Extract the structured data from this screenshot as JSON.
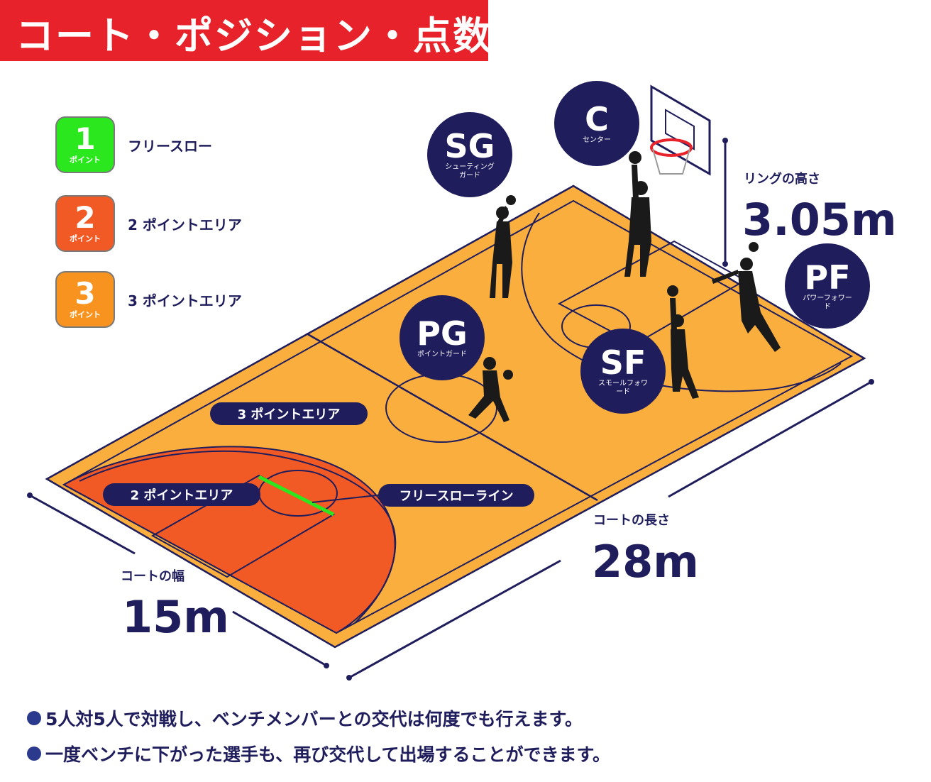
{
  "title": "コート・ポジション・点数",
  "legend": [
    {
      "number": "1",
      "unit": "ポイント",
      "label": "フリースロー",
      "color": "#2be71d"
    },
    {
      "number": "2",
      "unit": "ポイント",
      "label": "2 ポイントエリア",
      "color": "#f15a24"
    },
    {
      "number": "3",
      "unit": "ポイント",
      "label": "3 ポイントエリア",
      "color": "#f7931e"
    }
  ],
  "court_labels": {
    "three_point_area": "3 ポイントエリア",
    "two_point_area": "2 ポイントエリア",
    "free_throw_line": "フリースローライン"
  },
  "positions": [
    {
      "abbr": "SG",
      "name": "シューティングガード"
    },
    {
      "abbr": "C",
      "name": "センター"
    },
    {
      "abbr": "PF",
      "name": "パワーフォワード"
    },
    {
      "abbr": "PG",
      "name": "ポイントガード"
    },
    {
      "abbr": "SF",
      "name": "スモールフォワード"
    }
  ],
  "dimensions": {
    "ring_height": {
      "caption": "リングの高さ",
      "value": "3.05m"
    },
    "court_length": {
      "caption": "コートの長さ",
      "value": "28m"
    },
    "court_width": {
      "caption": "コートの幅",
      "value": "15m"
    }
  },
  "notes": [
    "5人対5人で対戦し、ベンチメンバーとの交代は何度でも行えます。",
    "一度ベンチに下がった選手も、再び交代して出場することができます。"
  ],
  "colors": {
    "court_orange": "#f9ae3e",
    "two_point_red": "#f15a24",
    "navy": "#1f1d5c",
    "free_throw_green": "#2be71d",
    "title_red": "#e8222a"
  }
}
